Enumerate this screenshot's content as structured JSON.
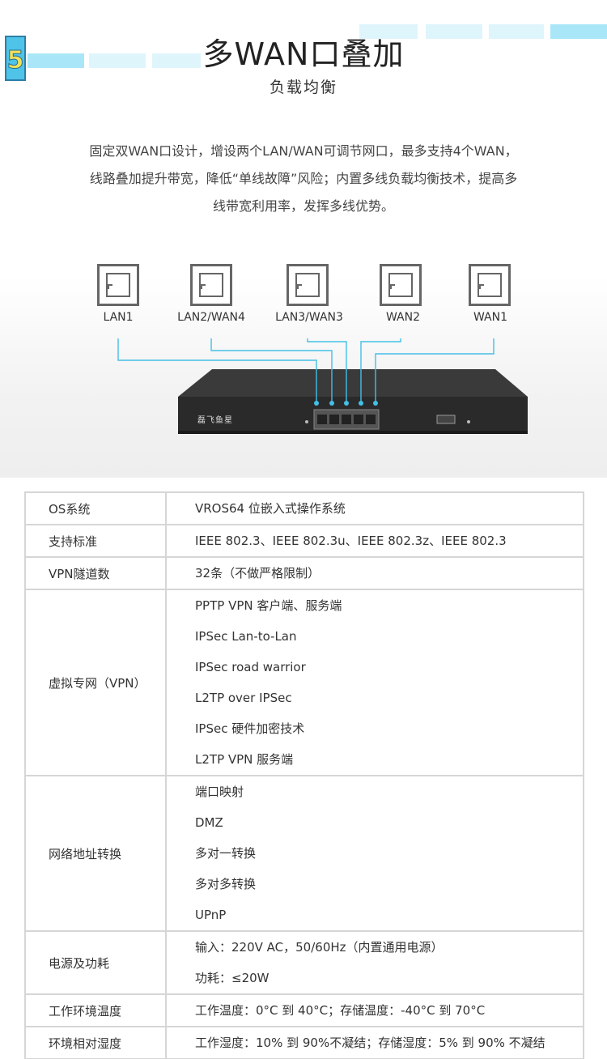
{
  "header": {
    "number": "5",
    "title": "多WAN口叠加",
    "subtitle": "负载均衡"
  },
  "description": [
    "固定双WAN口设计，增设两个LAN/WAN可调节网口，最多支持4个WAN，",
    "线路叠加提升带宽，降低“单线故障”风险；内置多线负载均衡技术，提高多",
    "线带宽利用率，发挥多线优势。"
  ],
  "ports": [
    "LAN1",
    "LAN2/WAN4",
    "LAN3/WAN3",
    "WAN2",
    "WAN1"
  ],
  "device": {
    "brand": "磊飞鱼星"
  },
  "colors": {
    "accent": "#4fc3e8",
    "bar": "#a9e7f8",
    "border": "#d6d6d6"
  },
  "spec": [
    {
      "key": "OS系统",
      "values": [
        "VROS64 位嵌入式操作系统"
      ]
    },
    {
      "key": "支持标准",
      "values": [
        "IEEE 802.3、IEEE 802.3u、IEEE 802.3z、IEEE 802.3"
      ]
    },
    {
      "key": "VPN隧道数",
      "values": [
        "32条（不做严格限制）"
      ]
    },
    {
      "key": "虚拟专网（VPN）",
      "values": [
        "PPTP VPN 客户端、服务端",
        "IPSec Lan-to-Lan",
        " IPSec road warrior",
        "L2TP over IPSec",
        "IPSec 硬件加密技术",
        "L2TP VPN 服务端"
      ]
    },
    {
      "key": "网络地址转换",
      "values": [
        "端口映射",
        "DMZ",
        "多对一转换",
        "多对多转换",
        "UPnP"
      ]
    },
    {
      "key": "电源及功耗",
      "values": [
        "输入：220V AC，50/60Hz（内置通用电源）",
        "功耗：≤20W"
      ]
    },
    {
      "key": "工作环境温度",
      "values": [
        "工作温度：0°C 到 40°C；存储温度：-40°C 到 70°C"
      ]
    },
    {
      "key": "环境相对湿度",
      "values": [
        "工作湿度：10% 到 90%不凝结；存储湿度：5% 到 90% 不凝结"
      ]
    }
  ]
}
